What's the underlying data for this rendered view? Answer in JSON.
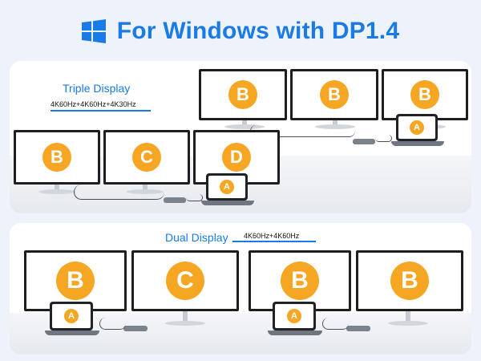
{
  "header": {
    "title": "For Windows with DP1.4",
    "logo_icon": "windows-logo-icon",
    "accent_color": "#1a7be6"
  },
  "triple": {
    "label": "Triple Display",
    "spec": "4K60Hz+4K60Hz+4K30Hz",
    "monitors_back": [
      "B",
      "B",
      "B"
    ],
    "monitors_front": [
      "B",
      "C",
      "D"
    ],
    "laptop_back": "A",
    "laptop_front": "A"
  },
  "dual": {
    "label": "Dual Display",
    "spec": "4K60Hz+4K60Hz",
    "left_set": [
      "B",
      "C"
    ],
    "right_set": [
      "B",
      "B"
    ],
    "laptop_left": "A",
    "laptop_right": "A"
  },
  "colors": {
    "badge": "#f5a623",
    "bezel": "#1e1e1e"
  }
}
